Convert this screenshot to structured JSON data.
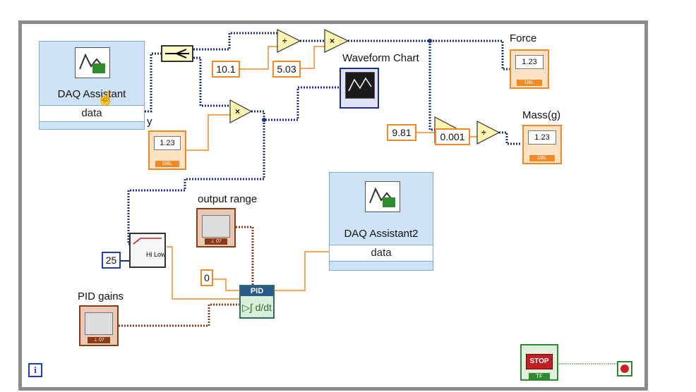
{
  "diagram": {
    "daq1": {
      "title": "DAQ Assistant",
      "terminal": "data"
    },
    "daq2": {
      "title": "DAQ Assistant2",
      "terminal": "data"
    },
    "constants": {
      "c1": "10.1",
      "c2": "5.03",
      "c3": "9.81",
      "c4": "0.001",
      "c5": "25",
      "c6": "0"
    },
    "labels": {
      "waveform": "Waveform Chart",
      "force": "Force",
      "mass": "Mass(g)",
      "y": "y",
      "output_range": "output range",
      "pid_gains": "PID gains"
    },
    "indicator_value": "1.23",
    "indicator_tag": "DBL",
    "cluster_tag": "⊥ 07",
    "pid_header": "PID",
    "pid_body": "▷∫ d/dt",
    "filter_text": "Hi Low",
    "stop_label": "STOP",
    "tf_label": "TF",
    "info_label": "i",
    "colors": {
      "wire_dbl": "#1a2e8a",
      "wire_orange": "#f08a24",
      "wire_cluster": "#8a3b14",
      "wire_bool": "#2e8b2e"
    }
  }
}
